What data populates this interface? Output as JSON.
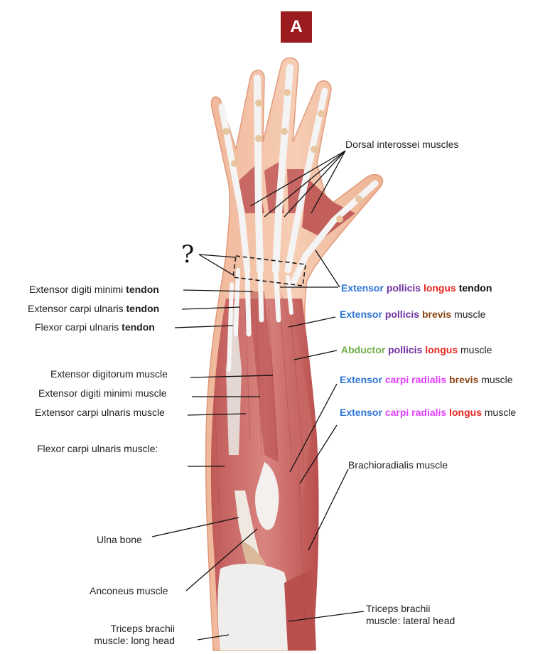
{
  "panel_letter": "A",
  "question_mark": "?",
  "colors": {
    "badge": "#9b1c1f",
    "blue": "#2e75d6",
    "purple": "#7030a0",
    "red": "#e8261f",
    "brown": "#8b4513",
    "green": "#70ad47",
    "magenta": "#e040fb",
    "black": "#111111"
  },
  "labels": {
    "dorsal_interossei": "Dorsal interossei muscles",
    "edm_tendon": [
      "Extensor digiti minimi ",
      "tendon"
    ],
    "ecu_tendon": [
      "Extensor carpi ulnaris ",
      "tendon"
    ],
    "fcu_tendon": [
      "Flexor carpi ulnaris ",
      "tendon"
    ],
    "epl_tendon": [
      "Extensor",
      "pollicis",
      "longus",
      "tendon"
    ],
    "epb_muscle": [
      "Extensor",
      "pollicis",
      "brevis",
      "muscle"
    ],
    "apl_muscle": [
      "Abductor",
      "pollicis",
      "longus",
      "muscle"
    ],
    "ecrb_muscle": [
      "Extensor",
      "carpi radialis",
      "brevis",
      "muscle"
    ],
    "ecrl_muscle": [
      "Extensor",
      "carpi radialis",
      "longus",
      "muscle"
    ],
    "ed_muscle": "Extensor digitorum muscle",
    "edm_muscle": "Extensor digiti minimi muscle",
    "ecu_muscle": "Extensor carpi ulnaris muscle",
    "fcu_muscle": "Flexor carpi ulnaris muscle:",
    "brachioradialis": "Brachioradialis muscle",
    "ulna": "Ulna bone",
    "anconeus": "Anconeus muscle",
    "triceps_lateral": [
      "Triceps brachii",
      "muscle: lateral head"
    ],
    "triceps_long": [
      "Triceps brachii",
      "muscle: long head"
    ]
  }
}
